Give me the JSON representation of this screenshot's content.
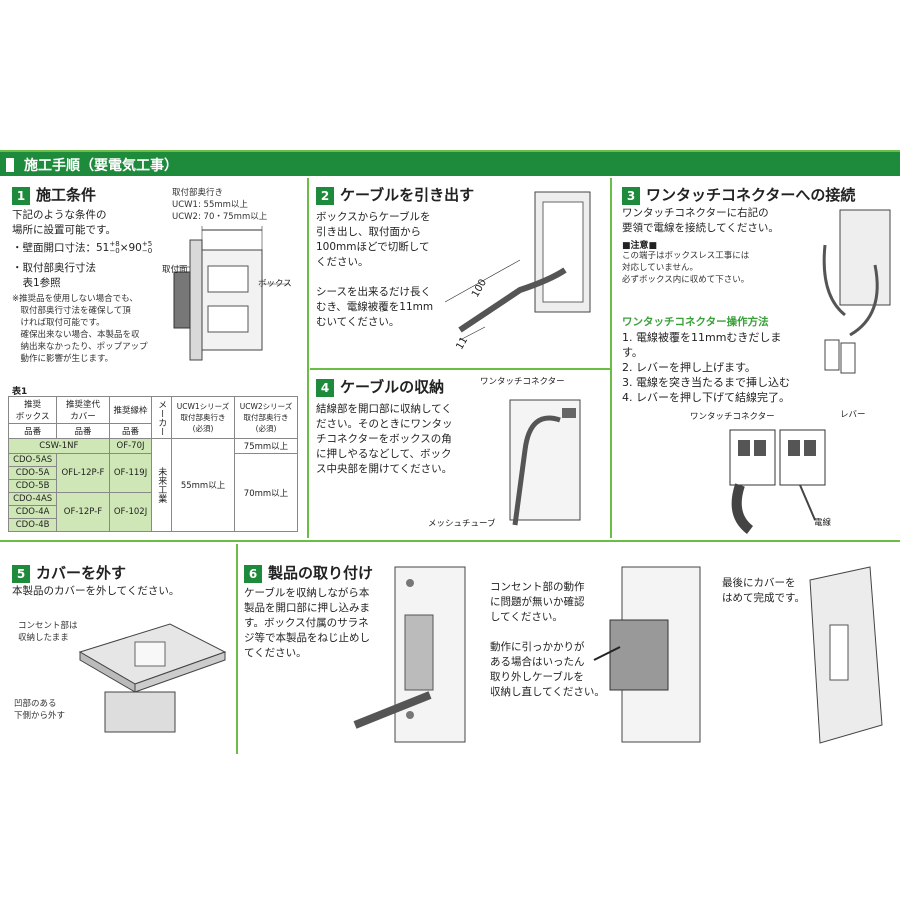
{
  "header": {
    "title": "施工手順（要電気工事）"
  },
  "s1": {
    "num": "1",
    "title": "施工条件",
    "text": "下記のような条件の\n場所に設置可能です。",
    "bullet1": "・壁面開口寸法：51",
    "bullet1b": "×90",
    "bullet2": "・取付部奥行寸法\n　表1参照",
    "note": "※推奨品を使用しない場合でも、\n　取付部奥行寸法を確保して頂\n　ければ取付可能です。\n　確保出来ない場合、本製品を収\n　納出来なかったり、ポップアップ\n　動作に影響が生じます。",
    "fig_depth": "取付部奥行き\nUCW1: 55mm以上\nUCW2: 70・75mm以上",
    "fig_surface": "取付面",
    "fig_box": "ボックス"
  },
  "table": {
    "label": "表1",
    "h_box": "推奨\nボックス",
    "h_cover": "推奨塗代\nカバー",
    "h_frame": "推奨縁枠",
    "h_maker": "メーカー",
    "h_ucw1": "UCW1シリーズ\n取付部奥行き\n(必須)",
    "h_ucw2": "UCW2シリーズ\n取付部奥行き\n(必須)",
    "h_pn": "品番",
    "r1_box": "CSW-1NF",
    "r1_frame": "OF-70J",
    "r1_ucw2": "75mm以上",
    "r2_box": "CDO-5AS",
    "r3_box": "CDO-5A",
    "r4_box": "CDO-5B",
    "r2_cover": "OFL-12P-F",
    "r2_frame": "OF-119J",
    "r5_box": "CDO-4AS",
    "r6_box": "CDO-4A",
    "r7_box": "CDO-4B",
    "r5_cover": "OF-12P-F",
    "r5_frame": "OF-102J",
    "maker": "未来工業",
    "ucw1": "55mm以上",
    "ucw2": "70mm以上"
  },
  "s2": {
    "num": "2",
    "title": "ケーブルを引き出す",
    "text": "ボックスからケーブルを\n引き出し、取付面から\n100mmほどで切断して\nください。\n\nシースを出来るだけ長く\nむき、電線被覆を11mm\nむいてください。",
    "dim100": "100",
    "dim11": "11"
  },
  "s3": {
    "num": "3",
    "title": "ワンタッチコネクターへの接続",
    "text": "ワンタッチコネクターに右記の\n要領で電線を接続してください。",
    "caution_h": "■注意■",
    "caution": "この端子はボックスレス工事には\n対応していません。\n必ずボックス内に収めて下さい。",
    "method_title": "ワンタッチコネクター操作方法",
    "step1": "1. 電線被覆を11mmむきだします。",
    "step2": "2. レバーを押し上げます。",
    "step3": "3. 電線を突き当たるまで挿し込む",
    "step4": "4. レバーを押し下げて結線完了。",
    "lbl_conn": "ワンタッチコネクター",
    "lbl_lever": "レバー",
    "lbl_wire": "電線"
  },
  "s4": {
    "num": "4",
    "title": "ケーブルの収納",
    "text": "結線部を開口部に収納してく\nださい。そのときにワンタッ\nチコネクターをボックスの角\nに押しやるなどして、ボック\nス中央部を開けてください。",
    "lbl_conn": "ワンタッチコネクター",
    "lbl_mesh": "メッシュチューブ"
  },
  "s5": {
    "num": "5",
    "title": "カバーを外す",
    "text": "本製品のカバーを外してください。",
    "lbl_outlet": "コンセント部は\n収納したまま",
    "lbl_recess": "凹部のある\n下側から外す"
  },
  "s6": {
    "num": "6",
    "title": "製品の取り付け",
    "text1": "ケーブルを収納しながら本\n製品を開口部に押し込みま\nす。ボックス付属のサラネ\nジ等で本製品をねじ止めし\nてください。",
    "text2": "コンセント部の動作\nに問題が無いか確認\nしてください。",
    "text3": "動作に引っかかりが\nある場合はいったん\n取り外しケーブルを\n収納し直してください。",
    "text4": "最後にカバーを\nはめて完成です。"
  }
}
